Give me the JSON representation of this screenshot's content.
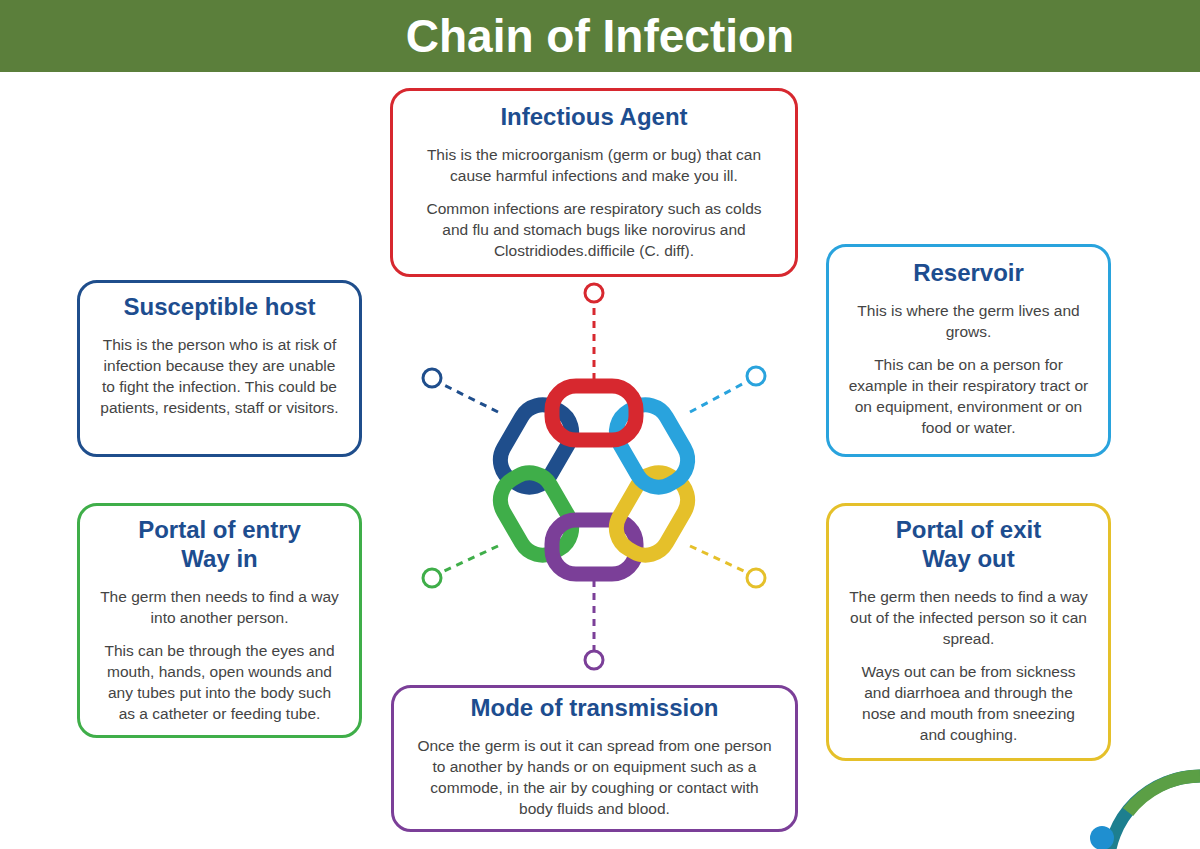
{
  "diagram": {
    "title": "Chain of Infection",
    "nodes": [
      {
        "text": [
          "Infectious Agent",
          "This is the microorganism (germ or bug) that can cause harmful infections and make you ill.",
          "Common infections are respiratory such as colds and flu and stomach bugs like norovirus and Clostridiodes.difficile (C. diff)."
        ]
      },
      {
        "text": [
          "Susceptible host",
          "This is the person who is at risk of infection because they are unable to fight the infection. This could be patients, residents, staff or visitors."
        ]
      },
      {
        "text": [
          "Reservoir",
          "This is where the germ lives and grows.",
          "This can be on a person for example in their respiratory tract or on equipment, environment or on food or water."
        ]
      },
      {
        "text": [
          "Portal of entry",
          "Way in",
          "The germ then needs to find a way into another person.",
          "This can be through the eyes and mouth, hands, open wounds and any tubes put into the body such as a catheter or feeding tube."
        ]
      },
      {
        "text": [
          "Portal of exit",
          "Way out",
          "The germ then needs to find a way out of the infected person so it can spread.",
          "Ways out can be from sickness and diarrhoea and through the nose and mouth from sneezing and coughing."
        ]
      },
      {
        "text": [
          "Mode of transmission",
          "Once the germ is out it can spread from one person to another by hands or on equipment such as a commode, in the air by coughing or contact with body fluids and blood."
        ]
      }
    ]
  }
}
